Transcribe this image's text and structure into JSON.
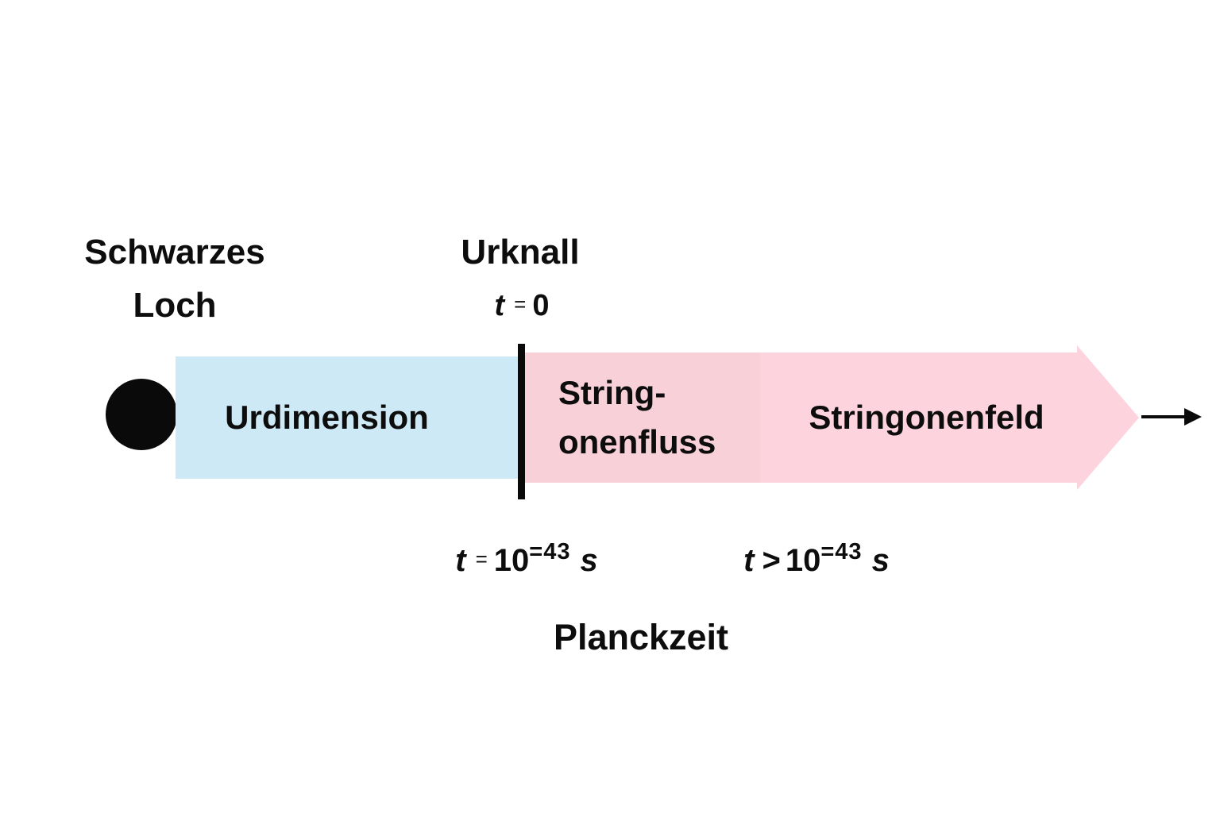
{
  "labels": {
    "black_hole": {
      "line1": "Schwarzes",
      "line2": "Loch"
    },
    "big_bang": {
      "title": "Urknall"
    },
    "big_bang_time": {
      "var": "t",
      "rel": "=",
      "value": "0"
    },
    "planck": "Planckzeit"
  },
  "timeline": {
    "segments": [
      {
        "name": "urdimension",
        "label": "Urdimension",
        "fill": "#cee9f6"
      },
      {
        "name": "stringonenfluss",
        "label_line1": "String-",
        "label_line2": "onenfluss",
        "fill": "#f8d0d8"
      },
      {
        "name": "stringonenfeld",
        "label": "Stringonenfeld",
        "fill": "#fdd3de"
      }
    ],
    "arrowhead_fill": "#fdd3de"
  },
  "formulas": {
    "at_planck": {
      "var": "t",
      "rel": "=",
      "base": "10",
      "exponent": "=43",
      "unit": "s"
    },
    "after_planck": {
      "var": "t",
      "rel": ">",
      "base": "10",
      "exponent": "=43",
      "unit": "s"
    }
  },
  "colors": {
    "background": "#ffffff",
    "ink": "#0d0d0d"
  }
}
